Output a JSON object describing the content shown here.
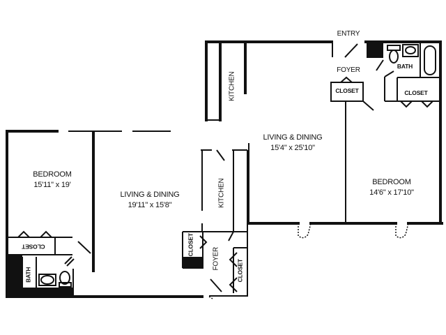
{
  "floorplan": {
    "unit_left": {
      "bedroom": {
        "name": "BEDROOM",
        "dims": "15'11\" x 19'"
      },
      "living": {
        "name": "LIVING & DINING",
        "dims": "19'11\" x 15'8\""
      },
      "kitchen": "KITCHEN",
      "foyer": "FOYER",
      "closet_bedroom": "CLOSET",
      "closet_foyer_left": "CLOSET",
      "closet_foyer_right": "CLOSET",
      "bath": "BATH"
    },
    "unit_right": {
      "entry": "ENTRY",
      "foyer": "FOYER",
      "closet_foyer": "CLOSET",
      "bath": "BATH",
      "closet_bedroom": "CLOSET",
      "kitchen": "KITCHEN",
      "living": {
        "name": "LIVING & DINING",
        "dims": "15'4\" x 25'10\""
      },
      "bedroom": {
        "name": "BEDROOM",
        "dims": "14'6\" x 17'10\""
      }
    },
    "colors": {
      "line": "#111111",
      "background": "#ffffff"
    }
  }
}
